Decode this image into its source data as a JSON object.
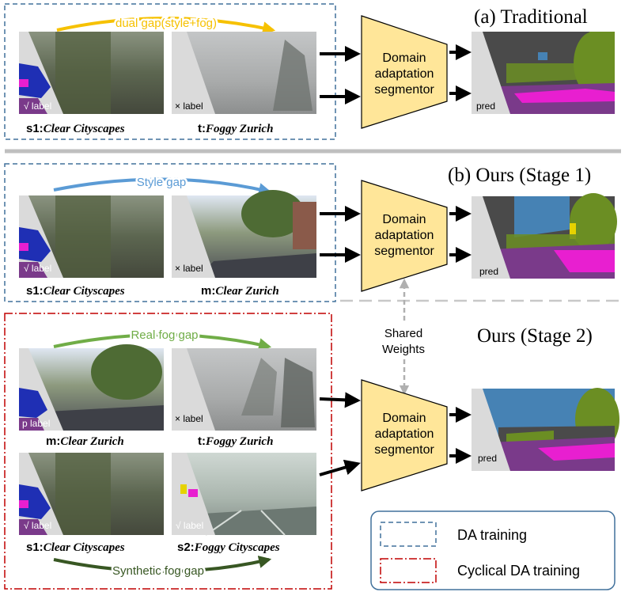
{
  "titles": {
    "traditional": "(a)  Traditional",
    "stage1": "(b) Ours (Stage 1)",
    "stage2": "Ours (Stage 2)"
  },
  "gaps": {
    "dual": "dual gap(style+fog)",
    "style": "Style gap",
    "real_fog": "Real fog gap",
    "synthetic_fog": "Synthetic fog gap"
  },
  "captions": {
    "a_source_prefix": "s1:",
    "a_source_name": "Clear Cityscapes",
    "a_target_prefix": "t:",
    "a_target_name": "Foggy Zurich",
    "b_source_prefix": "s1:",
    "b_source_name": "Clear Cityscapes",
    "b_mid_prefix": "m:",
    "b_mid_name": "Clear Zurich",
    "c_mid_prefix": "m:",
    "c_mid_name": "Clear Zurich",
    "c_target_prefix": "t:",
    "c_target_name": "Foggy Zurich",
    "d_source_prefix": "s1:",
    "d_source_name": "Clear Cityscapes",
    "d_synth_prefix": "s2:",
    "d_synth_name": "Foggy Cityscapes"
  },
  "labels": {
    "check": "√ label",
    "cross": "× label",
    "pseudo": "p label",
    "pred": "pred"
  },
  "segmentor": {
    "line1": "Domain",
    "line2": "adaptation",
    "line3": "segmentor"
  },
  "shared": {
    "line1": "Shared",
    "line2": "Weights"
  },
  "legend": {
    "da": "DA training",
    "cyclical": "Cyclical DA training"
  },
  "colors": {
    "dual_gap": "#f6c100",
    "style_gap": "#5b9bd5",
    "real_fog_gap": "#70ad47",
    "synthetic_fog_gap": "#385723",
    "segmentor_fill": "#ffe699",
    "da_box": "#41719c",
    "cyclical_box": "#c00000"
  }
}
